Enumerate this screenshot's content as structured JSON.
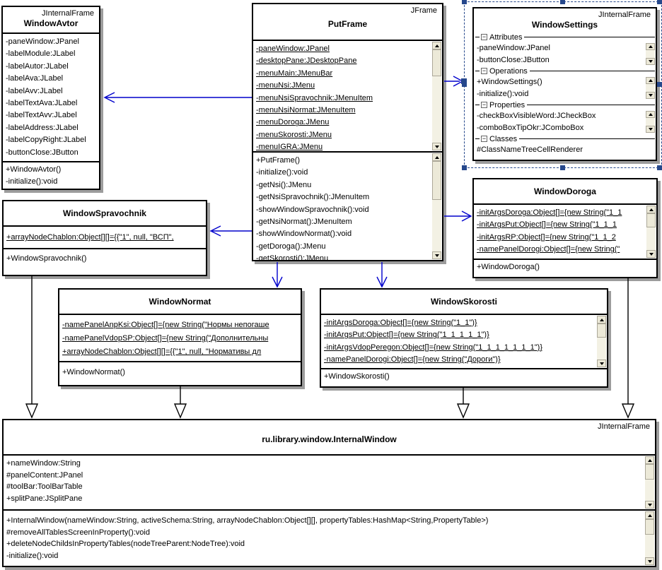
{
  "classes": {
    "windowAvtor": {
      "stereotype": "JInternalFrame",
      "title": "WindowAvtor",
      "attributes": [
        "-paneWindow:JPanel",
        "-labelModule:JLabel",
        "-labelAutor:JLabel",
        "-labelAva:JLabel",
        "-labelAvv:JLabel",
        "-labelTextAva:JLabel",
        "-labelTextAvv:JLabel",
        "-labelAddress:JLabel",
        "-labelCopyRight:JLabel",
        "-buttonClose:JButton"
      ],
      "operations": [
        "+WindowAvtor()",
        "-initialize():void"
      ]
    },
    "putFrame": {
      "stereotype": "JFrame",
      "title": "PutFrame",
      "attributes": [
        "-paneWindow:JPanel",
        "-desktopPane:JDesktopPane",
        "-menuMain:JMenuBar",
        "-menuNsi:JMenu",
        "-menuNsiSpravochnik:JMenuItem",
        "-menuNsiNormat:JMenuItem",
        "-menuDoroga:JMenu",
        "-menuSkorosti:JMenu",
        "-menuIGRA:JMenu"
      ],
      "operations": [
        "+PutFrame()",
        "-initialize():void",
        "-getNsi():JMenu",
        "-getNsiSpravochnik():JMenuItem",
        "-showWindowSpravochnik():void",
        "-getNsiNormat():JMenuItem",
        "-showWindowNormat():void",
        "-getDoroga():JMenu",
        "-getSkorosti():JMenu"
      ]
    },
    "windowSettings": {
      "stereotype": "JInternalFrame",
      "title": "WindowSettings",
      "sections": [
        {
          "label": "Attributes",
          "items": [
            "-paneWindow:JPanel",
            "-buttonClose:JButton"
          ]
        },
        {
          "label": "Operations",
          "items": [
            "+WindowSettings()",
            "-initialize():void"
          ]
        },
        {
          "label": "Properties",
          "items": [
            "-checkBoxVisibleWord:JCheckBox",
            "-comboBoxTipOkr:JComboBox"
          ]
        },
        {
          "label": "Classes",
          "items": [
            "#ClassNameTreeCellRenderer"
          ]
        }
      ]
    },
    "windowSpravochnik": {
      "title": "WindowSpravochnik",
      "attributes": [
        "+arrayNodeChablon:Object[][]={{\"1\", null, \"ВСП\","
      ],
      "operations": [
        "+WindowSpravochnik()"
      ]
    },
    "windowDoroga": {
      "title": "WindowDoroga",
      "attributes": [
        "-initArgsDoroga:Object[]={new String(\"1_1",
        "-initArgsPut:Object[]={new String(\"1_1_1",
        "-initArgsRP:Object[]={new String(\"1_1_2",
        "-namePanelDorogi:Object[]={new String(\""
      ],
      "operations": [
        "+WindowDoroga()"
      ]
    },
    "windowNormat": {
      "title": "WindowNormat",
      "attributes": [
        "-namePanelAnpKsi:Object[]={new String(\"Нормы непогаше",
        "-namePanelVdopSP:Object[]={new String(\"Дополнительны",
        "+arrayNodeChablon:Object[][]={{\"1\", null, \"Нормативы дл"
      ],
      "operations": [
        "+WindowNormat()"
      ]
    },
    "windowSkorosti": {
      "title": "WindowSkorosti",
      "attributes": [
        "-initArgsDoroga:Object[]={new String(\"1_1\")}",
        "-initArgsPut:Object[]={new String(\"1_1_1_1_1\")}",
        "-initArgsVdopPeregon:Object[]={new String(\"1_1_1_1_1_1_1\")}",
        "-namePanelDorogi:Object[]={new String(\"Дороги\")}"
      ],
      "operations": [
        "+WindowSkorosti()"
      ]
    },
    "internalWindow": {
      "stereotype": "JInternalFrame",
      "title": "ru.library.window.InternalWindow",
      "attributes": [
        "+nameWindow:String",
        "#panelContent:JPanel",
        "#toolBar:ToolBarTable",
        "+splitPane:JSplitPane"
      ],
      "operations": [
        "+InternalWindow(nameWindow:String, activeSchema:String, arrayNodeChablon:Object[][], propertyTables:HashMap<String,PropertyTable>)",
        "#removeAllTablesScreenInProperty():void",
        "+deleteNodeChildsInPropertyTables(nodeTreeParent:NodeTree):void",
        "-initialize():void"
      ]
    }
  },
  "relations": [
    {
      "from": "PutFrame",
      "to": "WindowAvtor",
      "type": "association"
    },
    {
      "from": "PutFrame",
      "to": "WindowSettings",
      "type": "association"
    },
    {
      "from": "PutFrame",
      "to": "WindowSpravochnik",
      "type": "association"
    },
    {
      "from": "PutFrame",
      "to": "WindowDoroga",
      "type": "association"
    },
    {
      "from": "PutFrame",
      "to": "WindowNormat",
      "type": "association"
    },
    {
      "from": "PutFrame",
      "to": "WindowSkorosti",
      "type": "association"
    },
    {
      "from": "WindowSpravochnik",
      "to": "ru.library.window.InternalWindow",
      "type": "generalization"
    },
    {
      "from": "WindowNormat",
      "to": "ru.library.window.InternalWindow",
      "type": "generalization"
    },
    {
      "from": "WindowSkorosti",
      "to": "ru.library.window.InternalWindow",
      "type": "generalization"
    },
    {
      "from": "WindowDoroga",
      "to": "ru.library.window.InternalWindow",
      "type": "generalization"
    }
  ],
  "colors": {
    "association": "#0000cc",
    "generalization": "#000000",
    "selection": "#26488c",
    "shadow": "#9c9c9c"
  }
}
